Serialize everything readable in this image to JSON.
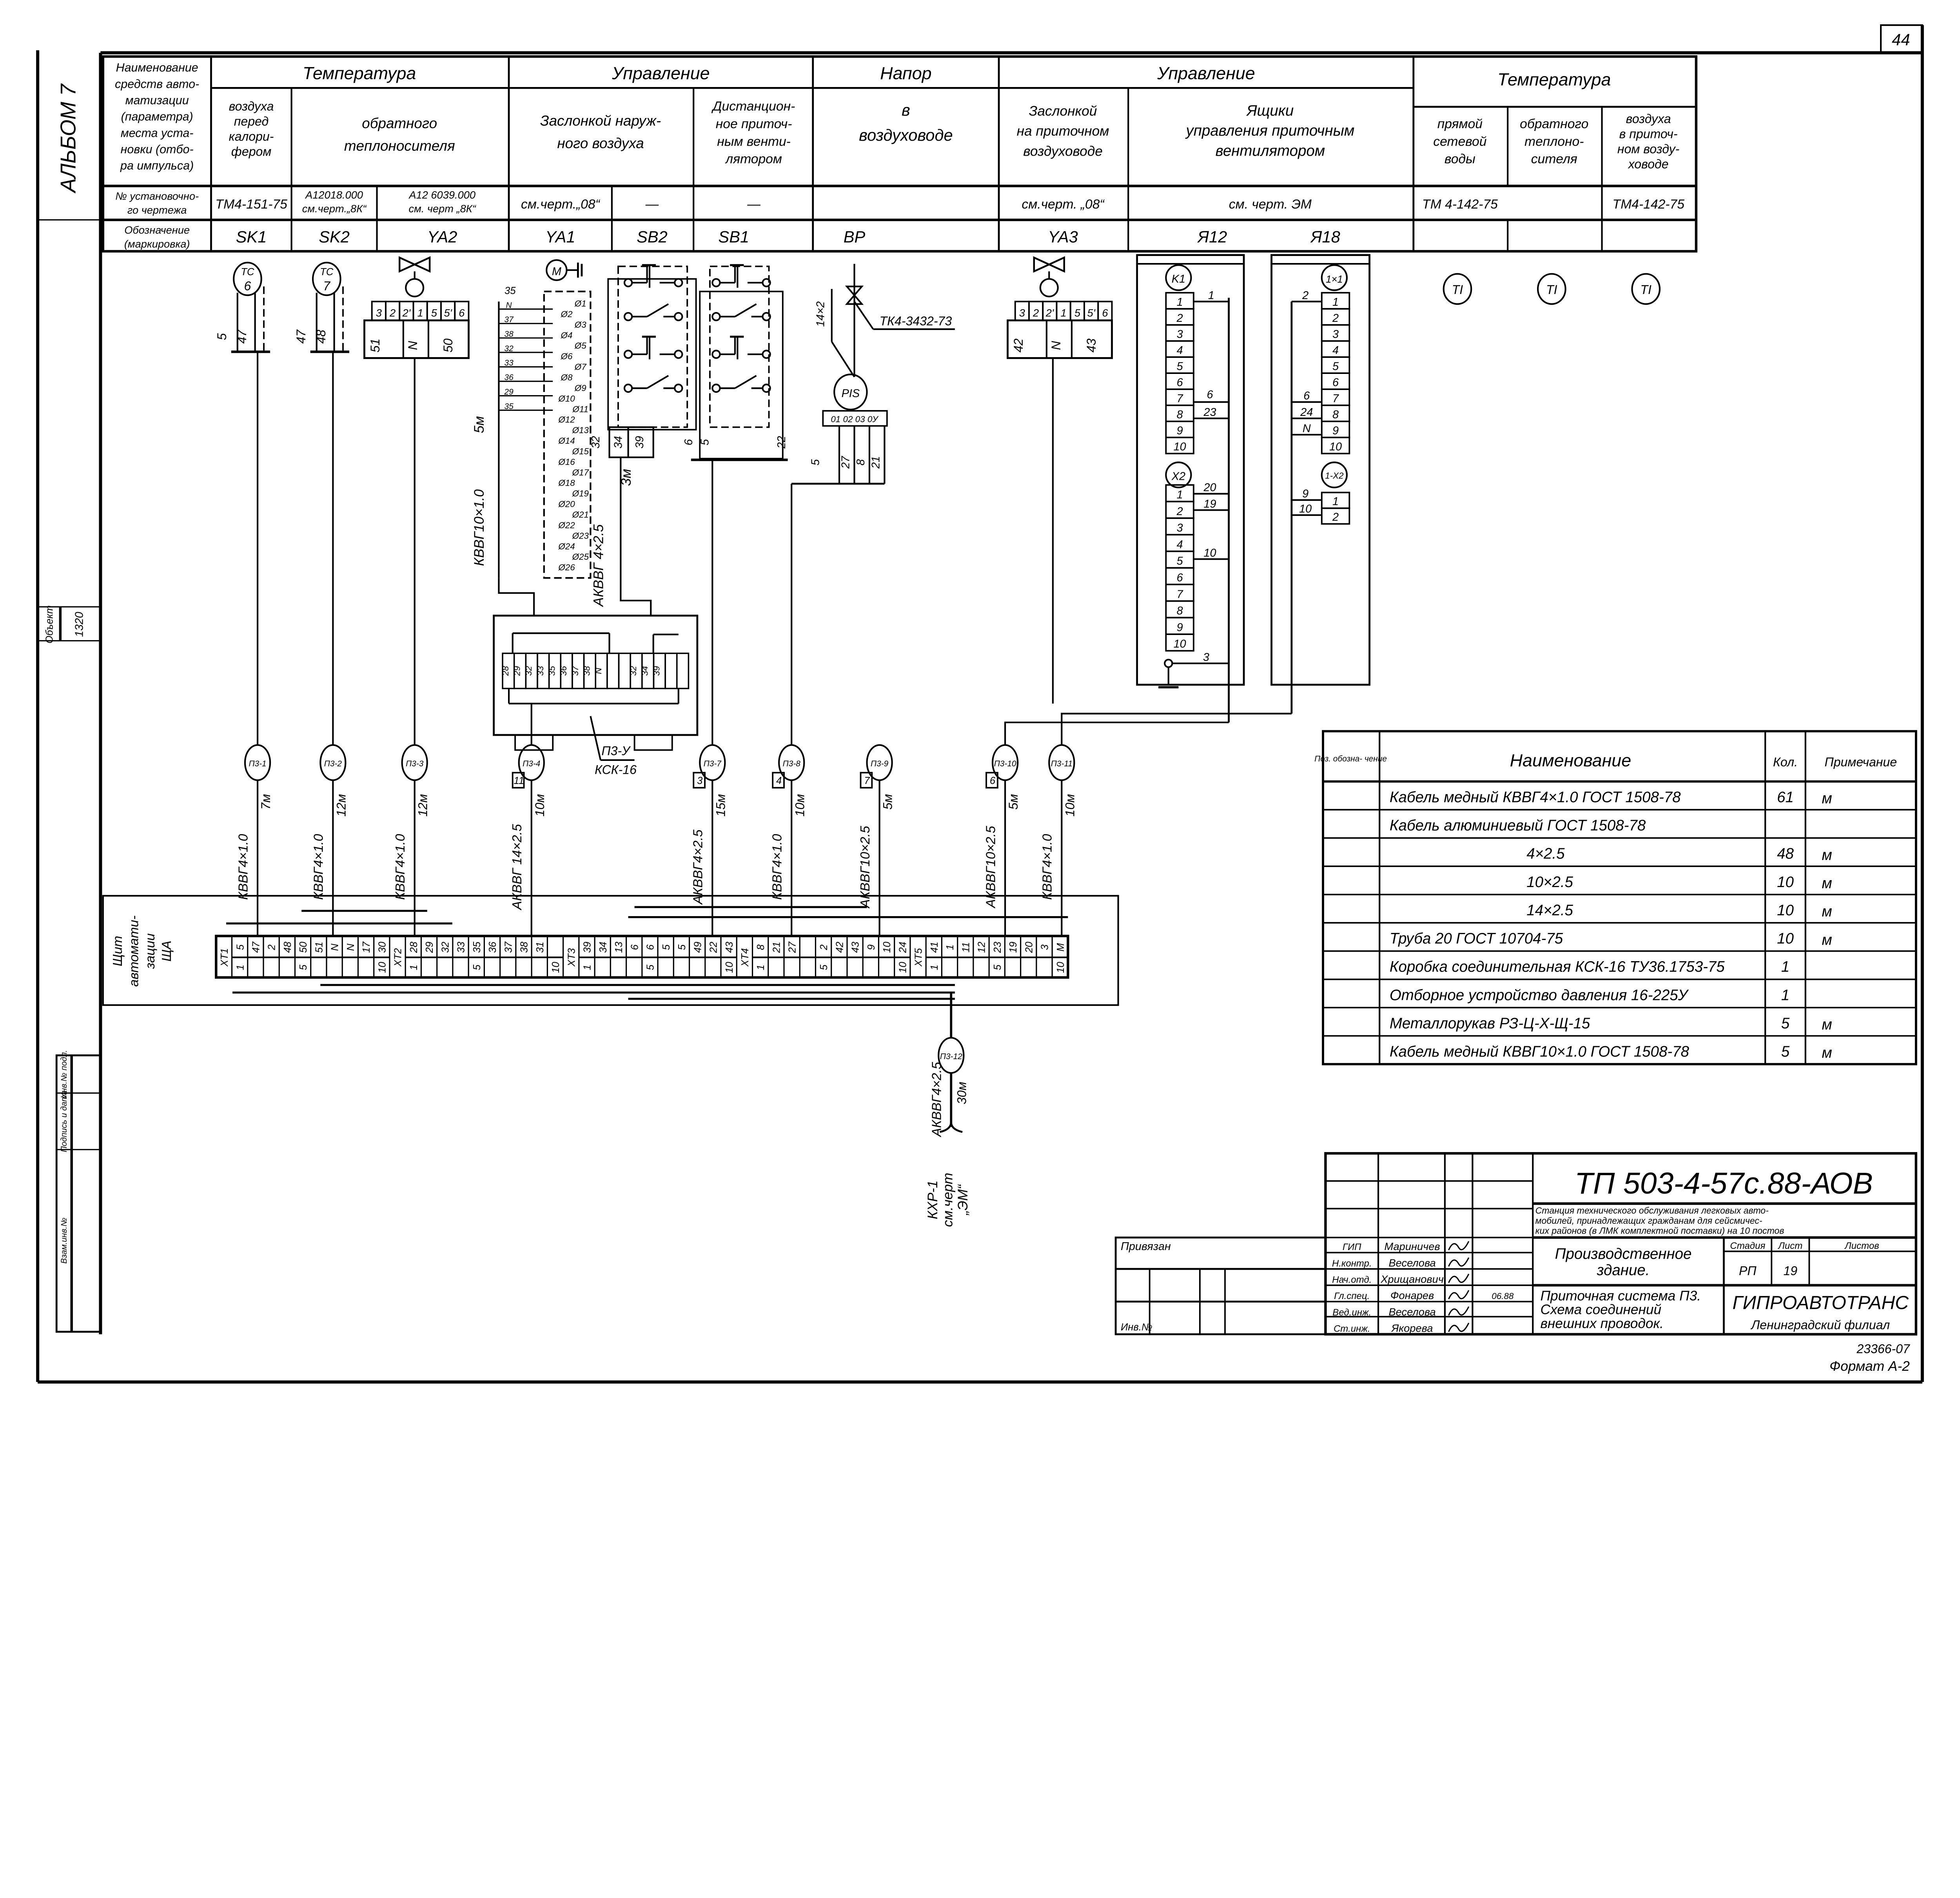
{
  "sheet": {
    "page_number": "44",
    "album": "АЛЬБОМ 7",
    "object_label": "Объект",
    "object_value": "1320",
    "stamp_labels": [
      "Инв.№ подл.",
      "Подпись и дата",
      "Взам.инв.№"
    ]
  },
  "header": {
    "row_labels": [
      [
        "Наименование",
        "средств авто-",
        "матизации",
        "(параметра)",
        "места уста-",
        "новки (отбо-",
        "ра импульса)"
      ],
      [
        "№ установочно-",
        "го чертежа"
      ],
      [
        "Обозначение",
        "(маркировка)"
      ]
    ],
    "groups": [
      "Температура",
      "Управление",
      "Напор",
      "Управление",
      "Температура"
    ],
    "param_cells": [
      {
        "lines": [
          "воздуха",
          "перед",
          "калори-",
          "фером"
        ]
      },
      {
        "lines": [
          "обратного",
          "теплоносителя"
        ]
      },
      {
        "lines": [
          "Заслонкой наруж-",
          "ного воздуха"
        ]
      },
      {
        "lines": [
          "Дистанцион-",
          "ное приточ-",
          "ным венти-",
          "лятором"
        ]
      },
      {
        "lines": [
          "в",
          "воздуховоде"
        ]
      },
      {
        "lines": [
          "Заслонкой",
          "на приточном",
          "воздуховоде"
        ]
      },
      {
        "lines": [
          "Ящики",
          "управления приточным",
          "вентилятором"
        ]
      },
      {
        "lines": [
          "прямой",
          "сетевой",
          "воды"
        ]
      },
      {
        "lines": [
          "обратного",
          "теплоно-",
          "сителя"
        ]
      },
      {
        "lines": [
          "воздуха",
          "в приточ-",
          "ном возду-",
          "ховоде"
        ]
      }
    ],
    "drawing_cells": [
      {
        "lines": [
          "ТМ4-151-75"
        ]
      },
      {
        "lines": [
          "А12018.000",
          "см.черт.„8К“"
        ]
      },
      {
        "lines": [
          "А12 6039.000",
          "см. черт „8К“"
        ]
      },
      {
        "lines": [
          "см.черт.„08“"
        ]
      },
      {
        "lines": [
          "—"
        ]
      },
      {
        "lines": [
          "—"
        ]
      },
      {
        "lines": [
          "см.черт. „08“"
        ]
      },
      {
        "lines": [
          "см. черт. ЭМ"
        ]
      },
      {
        "lines": [
          "ТМ 4-142-75"
        ]
      },
      {
        "lines": [
          "ТМ4-142-75"
        ]
      }
    ],
    "marks": [
      "SK1",
      "SK2",
      "YA2",
      "YA1",
      "SB2",
      "SB1",
      "BP",
      "YA3",
      "Я12",
      "Я18"
    ]
  },
  "devices": {
    "tc6": {
      "code": "ТС",
      "num": "6",
      "wires": [
        "5",
        "47"
      ]
    },
    "tc7": {
      "code": "ТС",
      "num": "7",
      "wires": [
        "47",
        "48"
      ]
    },
    "ya2": {
      "terminals": [
        "3",
        "2",
        "2'",
        "1",
        "5",
        "5'",
        "6"
      ],
      "wires": [
        "51",
        "N",
        "50"
      ]
    },
    "motor": {
      "symbol": "M",
      "top_label": "35",
      "wires": [
        "N",
        "37",
        "38",
        "32",
        "33",
        "36",
        "29",
        "35"
      ],
      "terminals": [
        "Ø1",
        "Ø2",
        "Ø3",
        "Ø4",
        "Ø5",
        "Ø6",
        "Ø7",
        "Ø8",
        "Ø9",
        "Ø10",
        "Ø11",
        "Ø12",
        "Ø13",
        "Ø14",
        "Ø15",
        "Ø16",
        "Ø17",
        "Ø18",
        "Ø19",
        "Ø20",
        "Ø21",
        "Ø22",
        "Ø23",
        "Ø24",
        "Ø25",
        "Ø26"
      ],
      "cable": "КВВГ10×1.0",
      "cable_length": "5м"
    },
    "sb2": {
      "wires": [
        "32",
        "34",
        "39"
      ],
      "cable": "АКВВГ 4×2.5",
      "cable_length": "3м"
    },
    "sb1": {
      "wires": [
        "6",
        "5",
        "22"
      ]
    },
    "bp": {
      "pipe": "14×2",
      "drawing": "ТК4-3432-73",
      "symbol": "PIS",
      "terminals": "01 02 03 0У",
      "wires": [
        "5",
        "27",
        "8",
        "21"
      ]
    },
    "ya3": {
      "terminals": [
        "3",
        "2",
        "2'",
        "1",
        "5",
        "5'",
        "6"
      ],
      "wires": [
        "42",
        "N",
        "43"
      ]
    },
    "ya12": {
      "k1": "K1",
      "k1_terminals": [
        "1",
        "2",
        "3",
        "4",
        "5",
        "6",
        "7",
        "8",
        "9",
        "10"
      ],
      "k1_wires": [
        "1",
        "6",
        "23"
      ],
      "x2": "X2",
      "x2_terminals": [
        "1",
        "2",
        "3",
        "4",
        "5",
        "6",
        "7",
        "8",
        "9",
        "10"
      ],
      "x2_wires": [
        "20",
        "19",
        "10"
      ],
      "ground_wire": "3"
    },
    "ya18": {
      "x1": "1×1",
      "x1_terminals": [
        "1",
        "2",
        "3",
        "4",
        "5",
        "6",
        "7",
        "8",
        "9",
        "10"
      ],
      "x1_wires": [
        "2",
        "6",
        "24",
        "N"
      ],
      "x2": "1-X2",
      "x2_terminals": [
        "1",
        "2"
      ],
      "x2_wires": [
        "9",
        "10"
      ]
    },
    "ti": [
      "TI",
      "TI",
      "TI"
    ],
    "ksk": {
      "terminals": [
        "28",
        "29",
        "32",
        "33",
        "35",
        "36",
        "37",
        "38",
        "N",
        "",
        "",
        "32",
        "34",
        "39",
        "",
        ""
      ],
      "label": "П3-У",
      "type": "КСК-16"
    }
  },
  "cables": [
    {
      "id": "П3-1",
      "type": "КВВГ4×1.0",
      "length": "7м",
      "tag": ""
    },
    {
      "id": "П3-2",
      "type": "КВВГ4×1.0",
      "length": "12м",
      "tag": ""
    },
    {
      "id": "П3-3",
      "type": "КВВГ4×1.0",
      "length": "12м",
      "tag": ""
    },
    {
      "id": "П3-4",
      "type": "АКВВГ 14×2.5",
      "length": "10м",
      "tag": "11"
    },
    {
      "id": "П3-7",
      "type": "АКВВГ4×2.5",
      "length": "15м",
      "tag": "3"
    },
    {
      "id": "П3-8",
      "type": "КВВГ4×1.0",
      "length": "10м",
      "tag": "4"
    },
    {
      "id": "П3-9",
      "type": "АКВВГ10×2.5",
      "length": "5м",
      "tag": "7"
    },
    {
      "id": "П3-10",
      "type": "АКВВГ10×2.5",
      "length": "5м",
      "tag": "6"
    },
    {
      "id": "П3-11",
      "type": "КВВГ4×1.0",
      "length": "10м",
      "tag": ""
    }
  ],
  "panel": {
    "label_lines": [
      "Щит",
      "автомати-",
      "зации",
      "ЩА"
    ],
    "strip": [
      {
        "xt": "XT1"
      },
      {
        "top": "5",
        "bottom": "1"
      },
      {
        "top": "47",
        "bottom": ""
      },
      {
        "top": "2",
        "bottom": ""
      },
      {
        "top": "48",
        "bottom": ""
      },
      {
        "top": "50",
        "bottom": "5"
      },
      {
        "top": "51",
        "bottom": ""
      },
      {
        "top": "N",
        "bottom": ""
      },
      {
        "top": "N",
        "bottom": ""
      },
      {
        "top": "17",
        "bottom": ""
      },
      {
        "top": "30",
        "bottom": "10"
      },
      {
        "xt": "XT2"
      },
      {
        "top": "28",
        "bottom": "1"
      },
      {
        "top": "29",
        "bottom": ""
      },
      {
        "top": "32",
        "bottom": ""
      },
      {
        "top": "33",
        "bottom": ""
      },
      {
        "top": "35",
        "bottom": "5"
      },
      {
        "top": "36",
        "bottom": ""
      },
      {
        "top": "37",
        "bottom": ""
      },
      {
        "top": "38",
        "bottom": ""
      },
      {
        "top": "31",
        "bottom": ""
      },
      {
        "top": "",
        "bottom": "10"
      },
      {
        "xt": "XT3"
      },
      {
        "top": "39",
        "bottom": "1"
      },
      {
        "top": "34",
        "bottom": ""
      },
      {
        "top": "13",
        "bottom": ""
      },
      {
        "top": "6",
        "bottom": ""
      },
      {
        "top": "6",
        "bottom": "5"
      },
      {
        "top": "5",
        "bottom": ""
      },
      {
        "top": "5",
        "bottom": ""
      },
      {
        "top": "49",
        "bottom": ""
      },
      {
        "top": "22",
        "bottom": ""
      },
      {
        "top": "43",
        "bottom": "10"
      },
      {
        "xt": "XT4"
      },
      {
        "top": "8",
        "bottom": "1"
      },
      {
        "top": "21",
        "bottom": ""
      },
      {
        "top": "27",
        "bottom": ""
      },
      {
        "top": "",
        "bottom": ""
      },
      {
        "top": "2",
        "bottom": "5"
      },
      {
        "top": "42",
        "bottom": ""
      },
      {
        "top": "43",
        "bottom": ""
      },
      {
        "top": "9",
        "bottom": ""
      },
      {
        "top": "10",
        "bottom": ""
      },
      {
        "top": "24",
        "bottom": "10"
      },
      {
        "xt": "XT5"
      },
      {
        "top": "41",
        "bottom": "1"
      },
      {
        "top": "1",
        "bottom": ""
      },
      {
        "top": "11",
        "bottom": ""
      },
      {
        "top": "12",
        "bottom": ""
      },
      {
        "top": "23",
        "bottom": "5"
      },
      {
        "top": "19",
        "bottom": ""
      },
      {
        "top": "20",
        "bottom": ""
      },
      {
        "top": "3",
        "bottom": ""
      },
      {
        "top": "M",
        "bottom": "10"
      }
    ]
  },
  "outgoing": {
    "id": "П3-12",
    "type": "АКВВГ4×2.5",
    "length": "30м",
    "dest_lines": [
      "КХР-1",
      "см.черт",
      "„ЭМ“"
    ]
  },
  "spec": {
    "headers": [
      "Поз. обозна- чение",
      "Наименование",
      "Кол.",
      "Примечание"
    ],
    "rows": [
      {
        "name": "Кабель медный КВВГ4×1.0 ГОСТ 1508-78",
        "qty": "61",
        "unit": "м"
      },
      {
        "name": "Кабель алюминиевый ГОСТ 1508-78",
        "qty": "",
        "unit": ""
      },
      {
        "name": "4×2.5",
        "qty": "48",
        "unit": "м"
      },
      {
        "name": "10×2.5",
        "qty": "10",
        "unit": "м"
      },
      {
        "name": "14×2.5",
        "qty": "10",
        "unit": "м"
      },
      {
        "name": "Труба 20 ГОСТ 10704-75",
        "qty": "10",
        "unit": "м"
      },
      {
        "name": "Коробка соединительная КСК-16 ТУ36.1753-75",
        "qty": "1",
        "unit": ""
      },
      {
        "name": "Отборное устройство давления 16-225У",
        "qty": "1",
        "unit": ""
      },
      {
        "name": "Металлорукав РЗ-Ц-Х-Щ-15",
        "qty": "5",
        "unit": "м"
      },
      {
        "name": "Кабель медный КВВГ10×1.0 ГОСТ 1508-78",
        "qty": "5",
        "unit": "м"
      }
    ]
  },
  "title_block": {
    "doc_code": "ТП 503-4-57с.88-АОВ",
    "project_lines": [
      "Станция технического обслуживания легковых авто-",
      "мобилей, принадлежащих гражданам для сейсмичес-",
      "ких районов (в ЛМК комплектной поставки) на 10 постов"
    ],
    "building_lines": [
      "Производственное",
      "здание."
    ],
    "sheet_title_lines": [
      "Приточная система П3.",
      "Схема соединений",
      "внешних проводок."
    ],
    "stage_headers": [
      "Стадия",
      "Лист",
      "Листов"
    ],
    "stage": "РП",
    "sheet": "19",
    "sheets": "",
    "org": "ГИПРОАВТОТРАНС",
    "branch": "Ленинградский филиал",
    "tied": "Привязан",
    "inv": "Инв.№",
    "signatures": [
      {
        "role": "ГИП",
        "name": "Мариничев",
        "date": ""
      },
      {
        "role": "Н.контр.",
        "name": "Веселова",
        "date": ""
      },
      {
        "role": "Нач.отд.",
        "name": "Хрищанович",
        "date": ""
      },
      {
        "role": "Гл.спец.",
        "name": "Фонарев",
        "date": "06.88"
      },
      {
        "role": "Вед.инж.",
        "name": "Веселова",
        "date": ""
      },
      {
        "role": "Ст.инж.",
        "name": "Якорева",
        "date": ""
      }
    ],
    "footer_number": "23366-07",
    "format": "Формат А-2"
  }
}
